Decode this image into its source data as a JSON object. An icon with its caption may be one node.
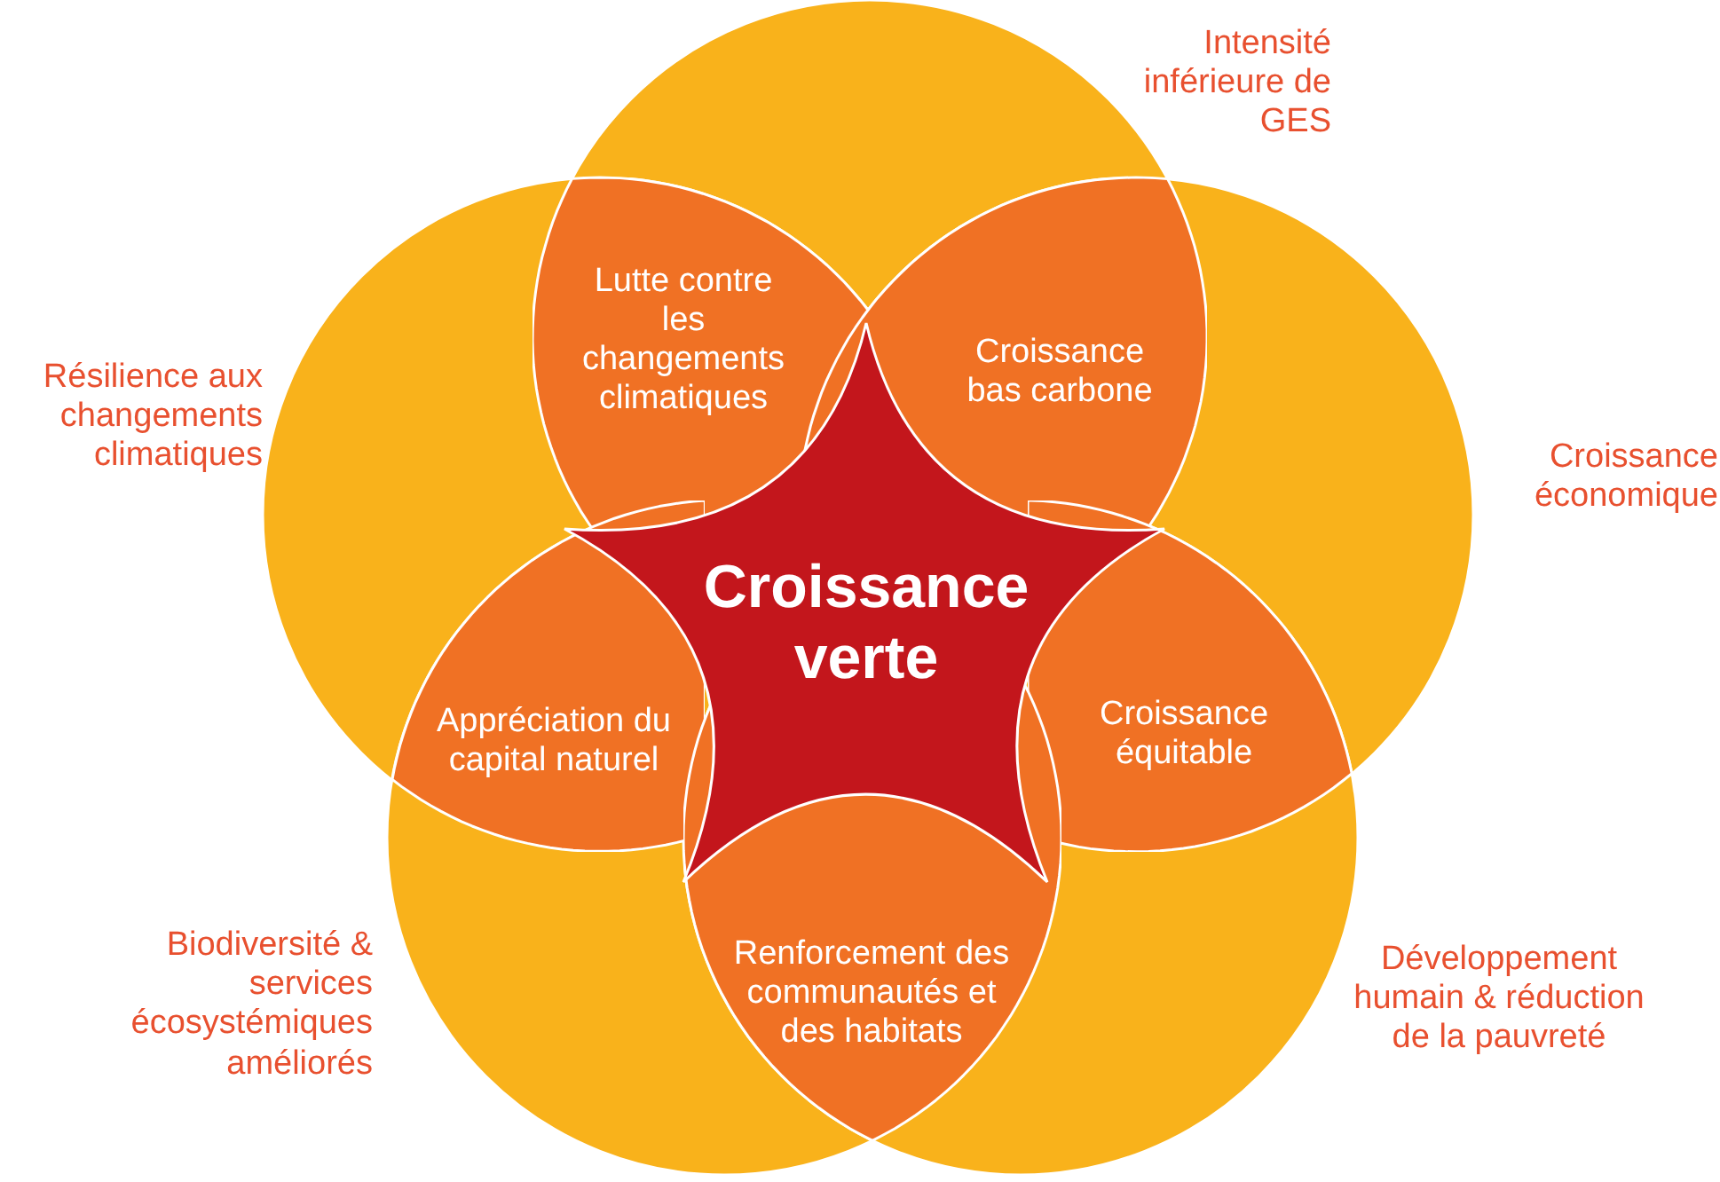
{
  "diagram": {
    "nodes": [
      {
        "text": [
          "Intensité inférieure de GES"
        ]
      },
      {
        "text": [
          "Résilience aux changements climatiques"
        ]
      },
      {
        "text": [
          "Croissance économique"
        ]
      },
      {
        "text": [
          "Biodiversité & services écosystémiques améliorés"
        ]
      },
      {
        "text": [
          "Développement humain & réduction de la pauvreté"
        ]
      },
      {
        "text": [
          "Lutte contre les changements climatiques"
        ]
      },
      {
        "text": [
          "Croissance bas carbone"
        ]
      },
      {
        "text": [
          "Appréciation du capital naturel"
        ]
      },
      {
        "text": [
          "Croissance équitable"
        ]
      },
      {
        "text": [
          "Renforcement des communautés et des habitats"
        ]
      },
      {
        "text": [
          "Croissance verte"
        ]
      }
    ]
  }
}
